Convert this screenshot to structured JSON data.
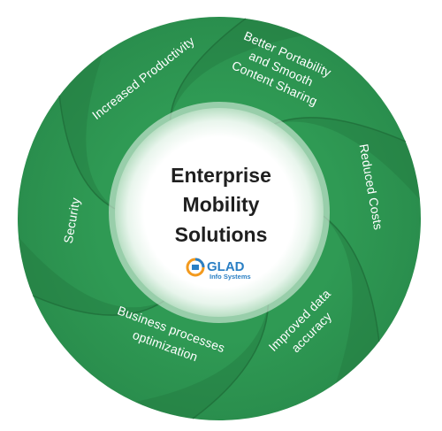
{
  "center": {
    "title_lines": [
      "Enterprise",
      "Mobility",
      "Solutions"
    ],
    "logo": {
      "name": "GLAD",
      "tagline": "Info Systems"
    }
  },
  "segments": [
    {
      "id": "productivity",
      "lines": [
        "Increased Productivity"
      ]
    },
    {
      "id": "portability",
      "lines": [
        "Better Portability",
        "and Smooth",
        "Content Sharing"
      ]
    },
    {
      "id": "costs",
      "lines": [
        "Reduced Costs"
      ]
    },
    {
      "id": "accuracy",
      "lines": [
        "Improved data",
        "accuracy"
      ]
    },
    {
      "id": "business",
      "lines": [
        "Business processes",
        "optimization"
      ]
    },
    {
      "id": "security",
      "lines": [
        "Security"
      ]
    }
  ],
  "colors": {
    "ring": "#2f9a54",
    "ring_dark": "#237a40",
    "separator": "#1f6e3a",
    "center_fill": "#ffffff",
    "logo_blue": "#2a7fc4",
    "logo_orange": "#f39a1e"
  }
}
